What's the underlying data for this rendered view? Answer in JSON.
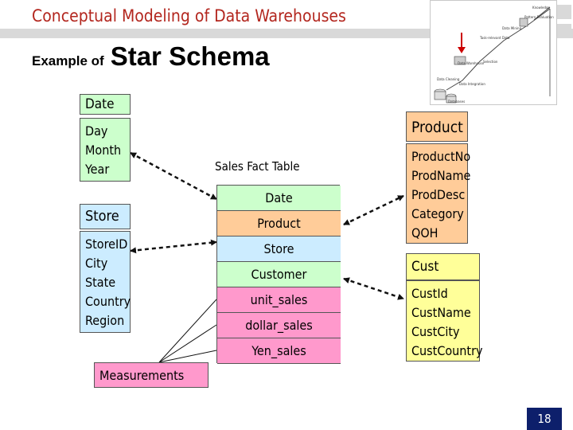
{
  "slide": {
    "title": "Conceptual Modeling of Data Warehouses",
    "subtitle_lead": "Example of",
    "subtitle_big": "Star Schema",
    "page_number": "18"
  },
  "fact_table": {
    "caption": "Sales Fact Table",
    "rows": [
      {
        "label": "Date",
        "color": "#ccffcc"
      },
      {
        "label": "Product",
        "color": "#ffcc99"
      },
      {
        "label": "Store",
        "color": "#ccecff"
      },
      {
        "label": "Customer",
        "color": "#ccffcc"
      },
      {
        "label": "unit_sales",
        "color": "#ff99cc"
      },
      {
        "label": "dollar_sales",
        "color": "#ff99cc"
      },
      {
        "label": "Yen_sales",
        "color": "#ff99cc"
      }
    ]
  },
  "dimensions": {
    "date": {
      "name": "Date",
      "attributes": [
        "Day",
        "Month",
        "Year"
      ],
      "color": "#ccffcc"
    },
    "store": {
      "name": "Store",
      "attributes": [
        "StoreID",
        "City",
        "State",
        "Country",
        "Region"
      ],
      "color": "#ccecff"
    },
    "product": {
      "name": "Product",
      "attributes": [
        "ProductNo",
        "ProdName",
        "ProdDesc",
        "Category",
        "QOH"
      ],
      "color": "#ffcc99"
    },
    "cust": {
      "name": "Cust",
      "attributes": [
        "CustId",
        "CustName",
        "CustCity",
        "CustCountry"
      ],
      "color": "#ffff99"
    }
  },
  "measurements": {
    "label": "Measurements",
    "color": "#ff99cc"
  },
  "kdd_figure": {
    "labels": [
      "Knowledge",
      "Pattern Evaluation",
      "Data Mining",
      "Task-relevant Data",
      "Selection",
      "Data Warehouse",
      "Data Cleaning",
      "Data Integration",
      "Databases"
    ]
  }
}
